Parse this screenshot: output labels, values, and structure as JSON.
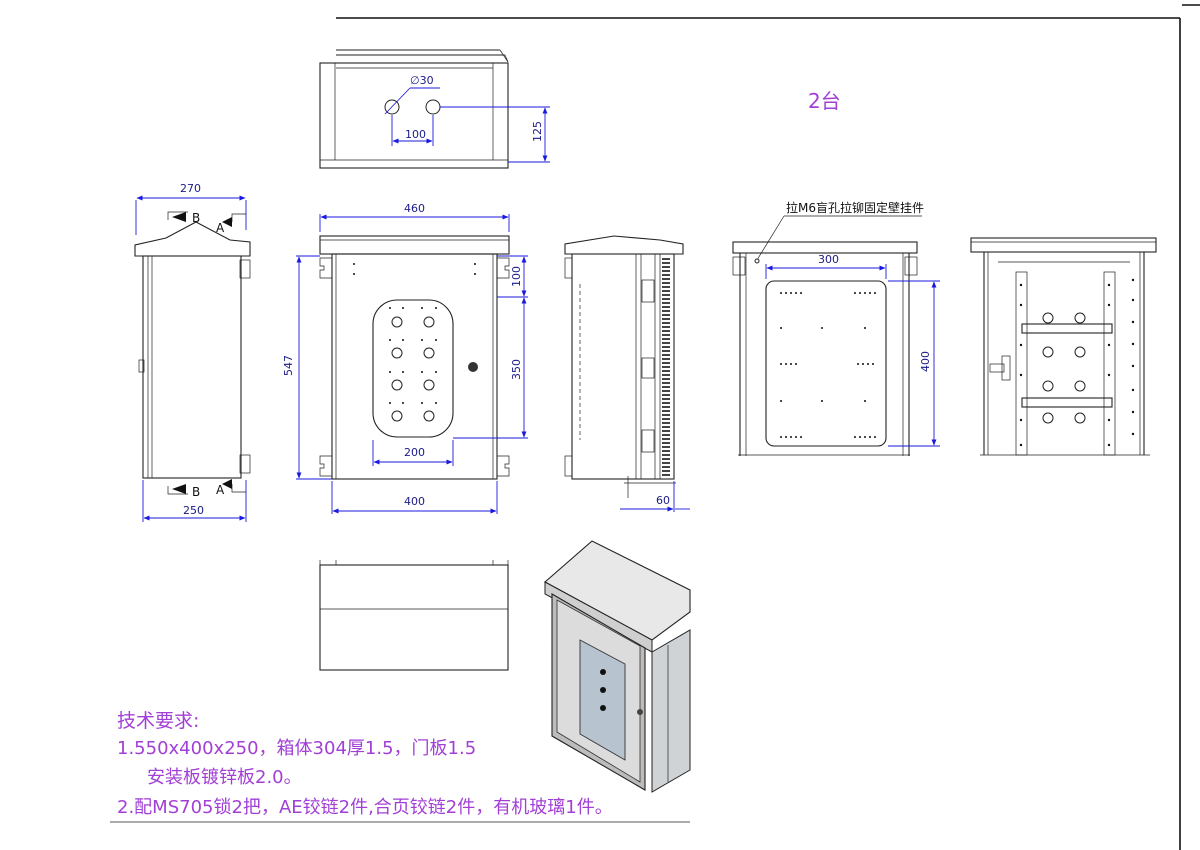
{
  "top_view": {
    "hole_dia": "∅30",
    "hole_spacing": "100",
    "hole_offset": "125"
  },
  "front_view": {
    "width_top": "460",
    "height": "547",
    "top_margin": "100",
    "window_height": "350",
    "window_width": "200",
    "bottom_width": "400"
  },
  "left_view": {
    "depth_top": "270",
    "depth_bottom": "250",
    "section_b": "B",
    "section_a": "A"
  },
  "side_view": {
    "rain_hood": "60"
  },
  "mounting_plate": {
    "note": "拉M6盲孔拉铆固定壁挂件",
    "width": "300",
    "height": "400"
  },
  "quantity_note": "2台",
  "tech": {
    "title": "技术要求:",
    "line1": "1.550x400x250，箱体304厚1.5，门板1.5",
    "line2": "安装板镀锌板2.0。",
    "line3": "2.配MS705锁2把，AE铰链2件,合页铰链2件，有机玻璃1件。"
  }
}
